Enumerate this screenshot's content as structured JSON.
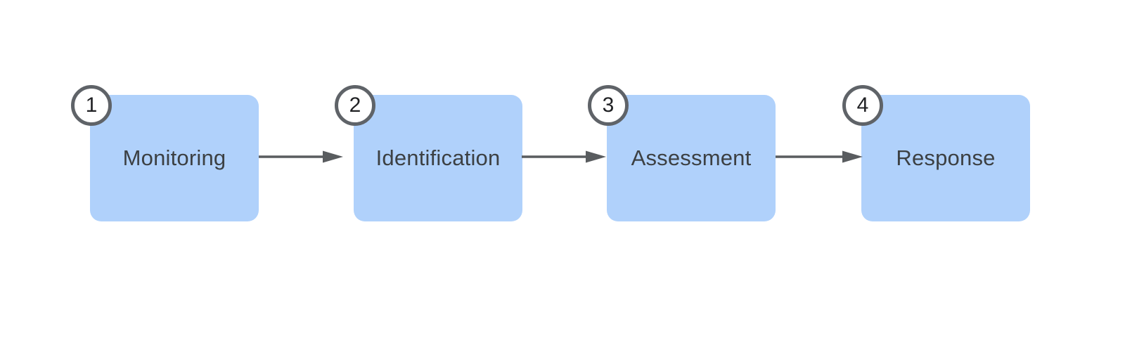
{
  "diagram": {
    "type": "horizontal-flow",
    "background": "#FFFFFF",
    "steps": [
      {
        "number": "1",
        "label": "Monitoring"
      },
      {
        "number": "2",
        "label": "Identification"
      },
      {
        "number": "3",
        "label": "Assessment"
      },
      {
        "number": "4",
        "label": "Response"
      }
    ],
    "connectors": [
      {
        "from": "Monitoring",
        "to": "Identification",
        "style": "right-arrow"
      },
      {
        "from": "Identification",
        "to": "Assessment",
        "style": "right-arrow"
      },
      {
        "from": "Assessment",
        "to": "Response",
        "style": "right-arrow"
      }
    ],
    "colors": {
      "box_fill": "#B0D1FB",
      "label_text": "#3C4043",
      "badge_fill": "#FFFFFF",
      "badge_border": "#5F6368",
      "badge_text": "#202124",
      "arrow": "#595C5F"
    }
  }
}
